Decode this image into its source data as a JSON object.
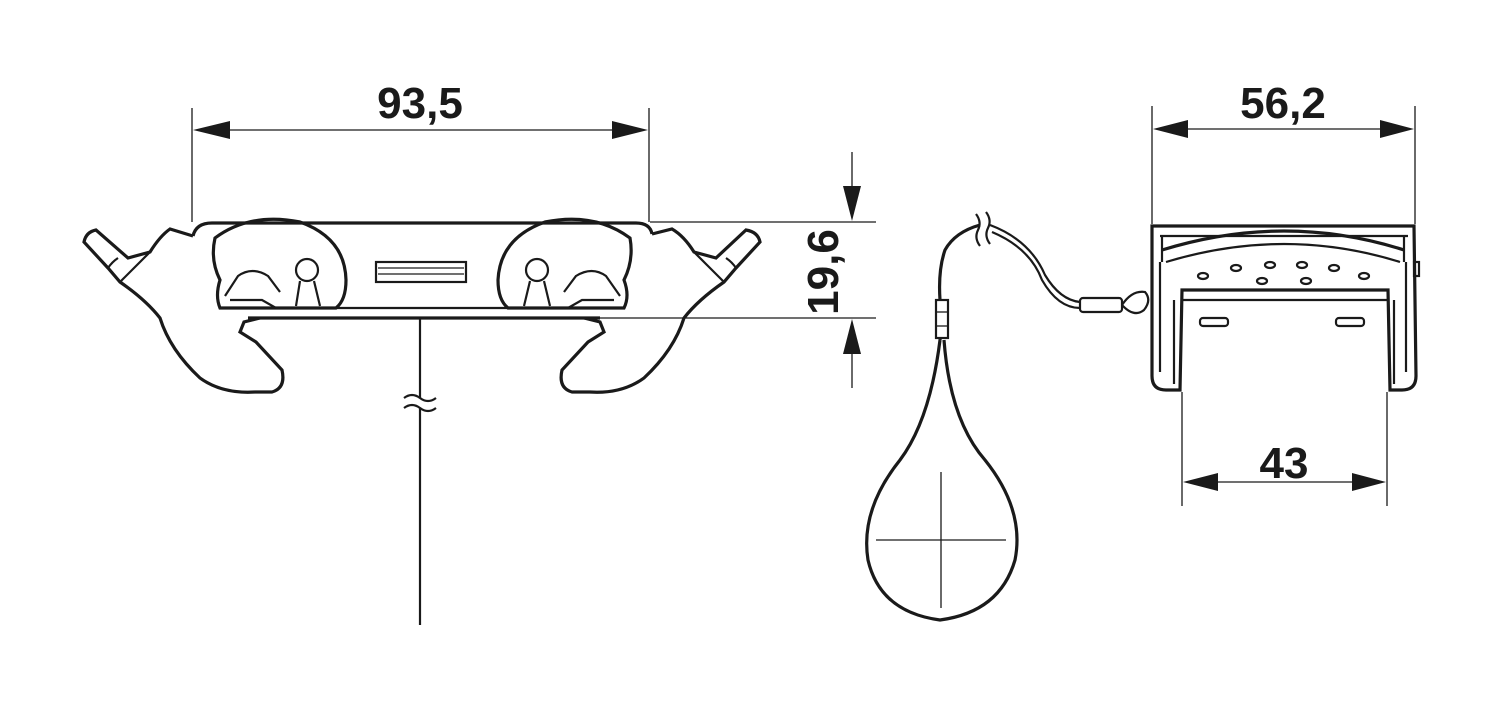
{
  "dimensions": {
    "left_width": "93,5",
    "left_height": "19,6",
    "right_width": "56,2",
    "right_inner_width": "43"
  },
  "colors": {
    "line": "#1a1a1a",
    "background": "#ffffff"
  }
}
